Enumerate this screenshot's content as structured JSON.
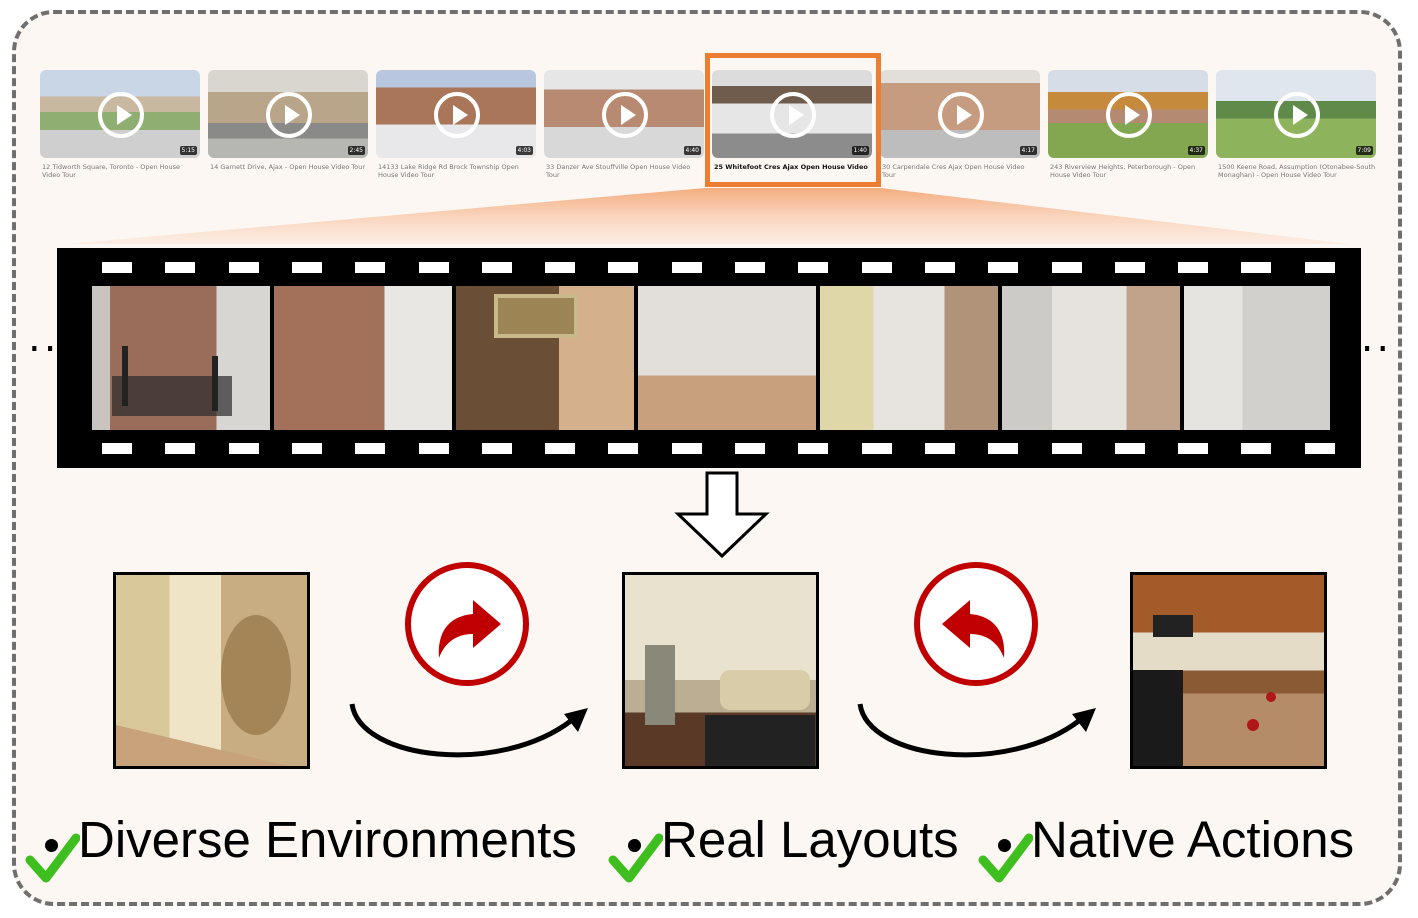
{
  "colors": {
    "highlight": "#ed7d31",
    "check": "#3fbf1f",
    "turn_icon": "#c00000",
    "film": "#000000",
    "frame_border": "#6f6f6f",
    "background": "#fdf7f3"
  },
  "video_strip": {
    "videos": [
      {
        "title": "12 Tidworth Square, Toronto - Open House Video Tour",
        "duration": "5:15",
        "active": false
      },
      {
        "title": "14 Garnett Drive, Ajax - Open House Video Tour",
        "duration": "2:45",
        "active": false
      },
      {
        "title": "14133 Lake Ridge Rd Brock Township Open House Video Tour",
        "duration": "4:03",
        "active": false
      },
      {
        "title": "33 Danzer Ave Stouffville Open House Video Tour",
        "duration": "4:40",
        "active": false
      },
      {
        "title": "25 Whitefoot Cres Ajax Open House Video",
        "duration": "1:40",
        "active": true
      },
      {
        "title": "30 Carpendale Cres Ajax Open House Video Tour",
        "duration": "4:17",
        "active": false
      },
      {
        "title": "243 Riverview Heights, Peterborough - Open House Video Tour",
        "duration": "4:37",
        "active": false
      },
      {
        "title": "1500 Keene Road, Assumption (Otonabee-South Monaghan) - Open House Video Tour",
        "duration": "7:09",
        "active": false
      }
    ],
    "play_icon": "play-circle-icon"
  },
  "film_strip": {
    "frame_count": 7,
    "ellipsis_left": "...",
    "ellipsis_right": "..."
  },
  "actions": {
    "left_icon": "turn-right-arrow-icon",
    "right_icon": "turn-left-arrow-icon",
    "arc_icon": "curved-arrow-icon",
    "down_arrow_icon": "hollow-down-arrow-icon"
  },
  "features": [
    {
      "bullet": "•",
      "label": "Diverse Environments",
      "icon": "check-icon"
    },
    {
      "bullet": "•",
      "label": "Real Layouts",
      "icon": "check-icon"
    },
    {
      "bullet": "•",
      "label": "Native Actions",
      "icon": "check-icon"
    }
  ]
}
